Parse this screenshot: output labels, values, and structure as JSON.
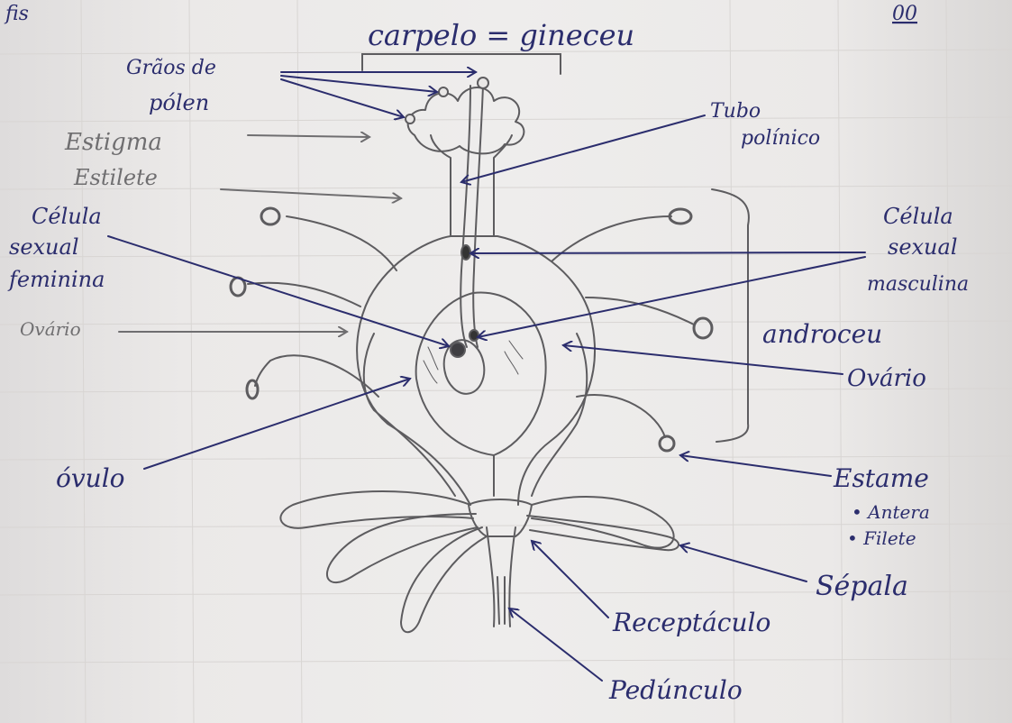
{
  "colors": {
    "paper": "#ebe9e8",
    "ink_blue": "#2b2d6d",
    "pencil": "#6f6e70"
  },
  "header": {
    "top_left_fragment": "fis",
    "top_right_fragment": "00"
  },
  "labels": {
    "carpelo": "carpelo = gineceu",
    "graos_line1": "Grãos de",
    "graos_line2": "pólen",
    "estigma": "Estigma",
    "estilete": "Estilete",
    "tubo_line1": "Tubo",
    "tubo_line2": "polínico",
    "celula_fem_line1": "Célula",
    "celula_fem_line2": "sexual",
    "celula_fem_line3": "feminina",
    "celula_masc_line1": "Célula",
    "celula_masc_line2": "sexual",
    "celula_masc_line3": "masculina",
    "ovario_left": "Ovário",
    "ovario_right": "Ovário",
    "androceu": "androceu",
    "ovulo": "óvulo",
    "estame": "Estame",
    "antera": "• Antera",
    "filete": "• Filete",
    "sepala": "Sépala",
    "receptaculo": "Receptáculo",
    "pedunculo": "Pedúnculo"
  }
}
